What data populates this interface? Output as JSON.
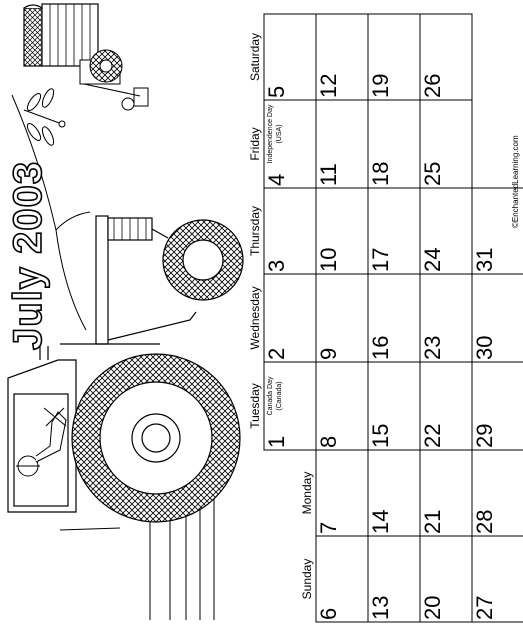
{
  "title": "July 2003",
  "copyright": "©EnchantedLearning.com",
  "weekdays": [
    "Sunday",
    "Monday",
    "Tuesday",
    "Wednesday",
    "Thursday",
    "Friday",
    "Saturday"
  ],
  "weeks": [
    [
      null,
      null,
      "1",
      "2",
      "3",
      "4",
      "5"
    ],
    [
      "6",
      "7",
      "8",
      "9",
      "10",
      "11",
      "12"
    ],
    [
      "13",
      "14",
      "15",
      "16",
      "17",
      "18",
      "19"
    ],
    [
      "20",
      "21",
      "22",
      "23",
      "24",
      "25",
      "26"
    ],
    [
      "27",
      "28",
      "29",
      "30",
      "31",
      null,
      null
    ]
  ],
  "holidays": [
    {
      "day": "1",
      "text": "Canada Day (Canada)"
    },
    {
      "day": "4",
      "text": "Independence Day (USA)"
    }
  ],
  "illustration": {
    "subject": "farm tractor with driver, barn and dragonfly",
    "icons": [
      "tractor-icon",
      "farmer-icon",
      "barn-icon",
      "dragonfly-icon",
      "small-tractor-icon"
    ],
    "line_color": "#000000",
    "background": "#ffffff"
  }
}
